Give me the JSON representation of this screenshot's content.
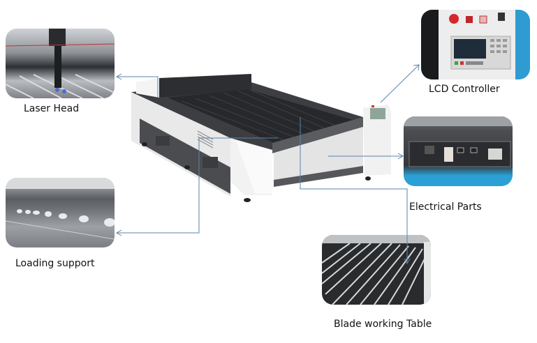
{
  "diagram": {
    "subject": "CO2 laser cutting machine",
    "leader_line_color": "#5b83a8",
    "callouts": [
      {
        "id": "laser-head",
        "label": "Laser Head",
        "photo": "laser-head-photo"
      },
      {
        "id": "lcd-controller",
        "label": "LCD Controller",
        "photo": "lcd-controller-photo"
      },
      {
        "id": "electrical-parts",
        "label": "Electrical Parts",
        "photo": "electrical-parts-photo"
      },
      {
        "id": "loading-support",
        "label": "Loading support",
        "photo": "loading-support-photo"
      },
      {
        "id": "blade-working-table",
        "label": "Blade working Table",
        "photo": "blade-table-photo"
      }
    ]
  }
}
